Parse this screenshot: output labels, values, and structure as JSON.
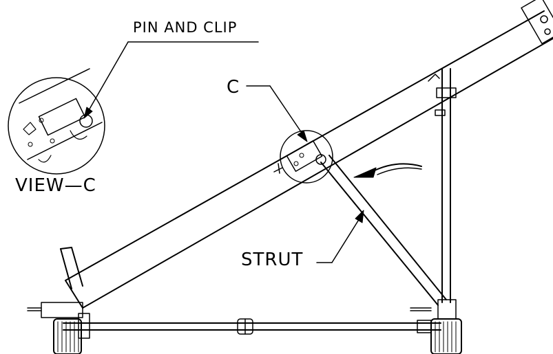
{
  "labels": {
    "pin_and_clip": "PIN AND CLIP",
    "view_c": "VIEW—C",
    "c": "C",
    "strut": "STRUT"
  },
  "colors": {
    "line": "#000000",
    "background": "#ffffff"
  }
}
